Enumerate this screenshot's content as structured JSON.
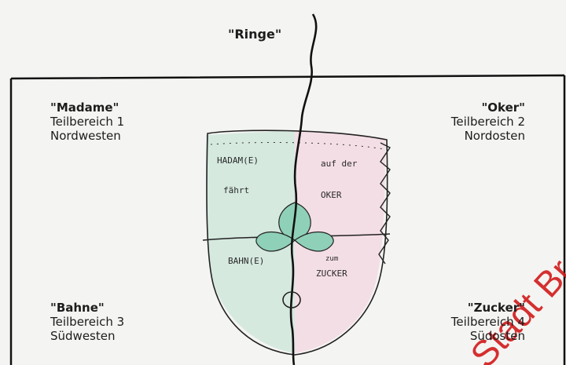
{
  "top_label": "\"Ringe\"",
  "quadrants": {
    "nw": {
      "name": "\"Madame\"",
      "line1": "Teilbereich 1",
      "line2": "Nordwesten"
    },
    "ne": {
      "name": "\"Oker\"",
      "line1": "Teilbereich 2",
      "line2": "Nordosten"
    },
    "sw": {
      "name": "\"Bahne\"",
      "line1": "Teilbereich 3",
      "line2": "Südwesten"
    },
    "se": {
      "name": "\"Zucker\"",
      "line1": "Teilbereich 4",
      "line2": "Südosten"
    }
  },
  "sketch_text": {
    "nw_top": "HADAM(E)",
    "nw_bottom": "fährt",
    "ne_top": "auf der",
    "ne_bottom": "OKER",
    "sw": "BAHN(E)",
    "se_top": "zum",
    "se_bottom": "ZUCKER"
  },
  "watermark": "Stadt Br",
  "colors": {
    "fill_green": "#cfe6dc",
    "fill_pink": "#f3d9e4",
    "leaf": "#8fd0b8",
    "watermark": "#d11a1a"
  }
}
